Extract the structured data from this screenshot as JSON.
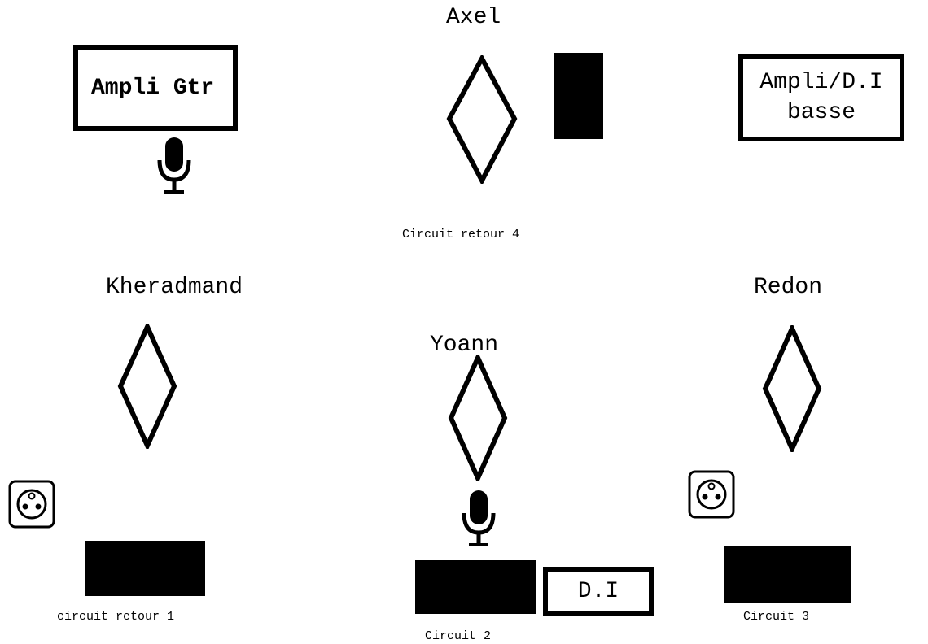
{
  "musicians": {
    "axel": "Axel",
    "kheradmand": "Kheradmand",
    "yoann": "Yoann",
    "redon": "Redon"
  },
  "equipment": {
    "guitar_amp": "Ampli Gtr",
    "bass_amp_line1": "Ampli/D.I",
    "bass_amp_line2": "basse",
    "di_box": "D.I"
  },
  "monitors": {
    "circuit_4": "Circuit retour 4",
    "circuit_1": "circuit retour 1",
    "circuit_2": "Circuit 2",
    "circuit_3": "Circuit 3"
  },
  "icons": {
    "musician_position": "diamond-icon",
    "microphone": "microphone-icon",
    "power_outlet": "power-outlet-icon",
    "monitor_wedge": "filled-rectangle"
  },
  "colors": {
    "foreground": "#000000",
    "background": "#ffffff"
  }
}
